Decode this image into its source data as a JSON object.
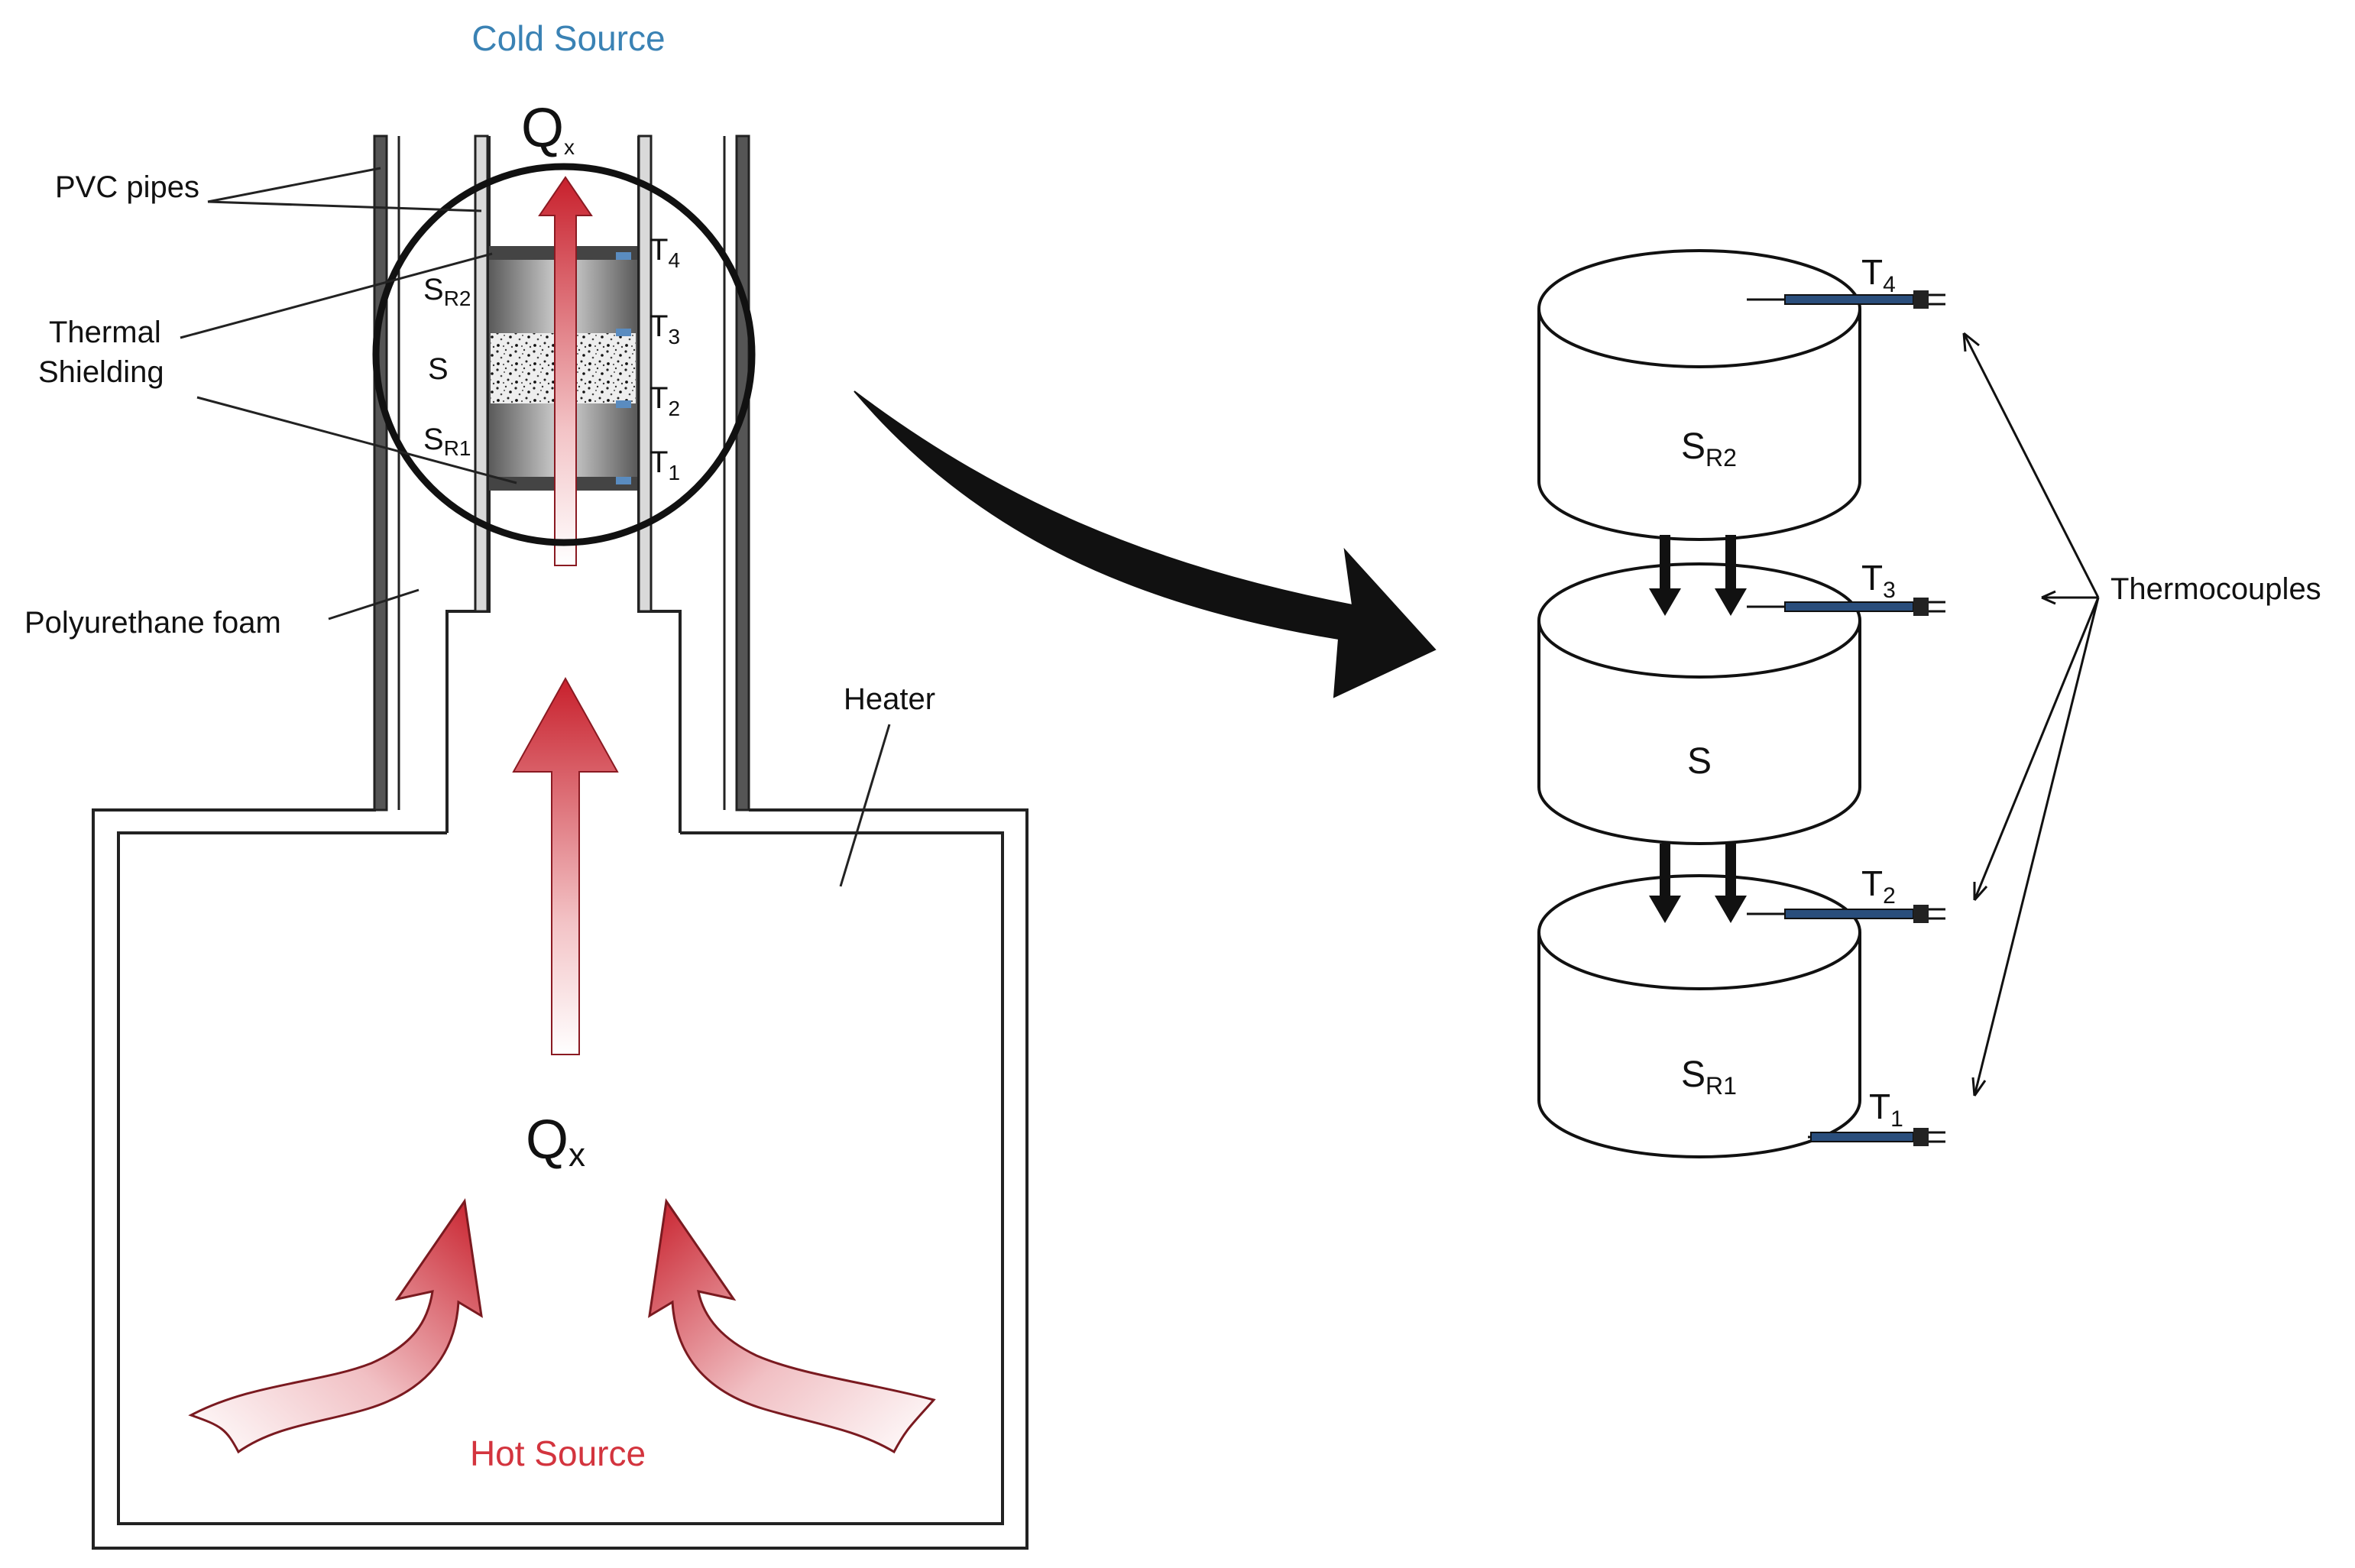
{
  "colors": {
    "cold_source": "#3a82b4",
    "hot_source": "#d3343e",
    "arrow_red": "#c8202c",
    "thermocouple_wire": "#2a4e7c"
  },
  "left": {
    "cold_source": "Cold Source",
    "hot_source": "Hot Source",
    "qx_top": "Q",
    "qx_top_sub": "x",
    "qx_bottom": "Q",
    "qx_bottom_sub": "x",
    "pvc_pipes": "PVC pipes",
    "thermal_shielding_1": "Thermal",
    "thermal_shielding_2": "Shielding",
    "polyurethane_foam": "Polyurethane foam",
    "heater": "Heater",
    "sr2": "S",
    "sr2_sub": "R2",
    "s": "S",
    "sr1": "S",
    "sr1_sub": "R1",
    "t4": "T",
    "t4_sub": "4",
    "t3": "T",
    "t3_sub": "3",
    "t2": "T",
    "t2_sub": "2",
    "t1": "T",
    "t1_sub": "1"
  },
  "right": {
    "sr2": "S",
    "sr2_sub": "R2",
    "s": "S",
    "sr1": "S",
    "sr1_sub": "R1",
    "t4": "T",
    "t4_sub": "4",
    "t3": "T",
    "t3_sub": "3",
    "t2": "T",
    "t2_sub": "2",
    "t1": "T",
    "t1_sub": "1",
    "thermocouples": "Thermocouples"
  }
}
